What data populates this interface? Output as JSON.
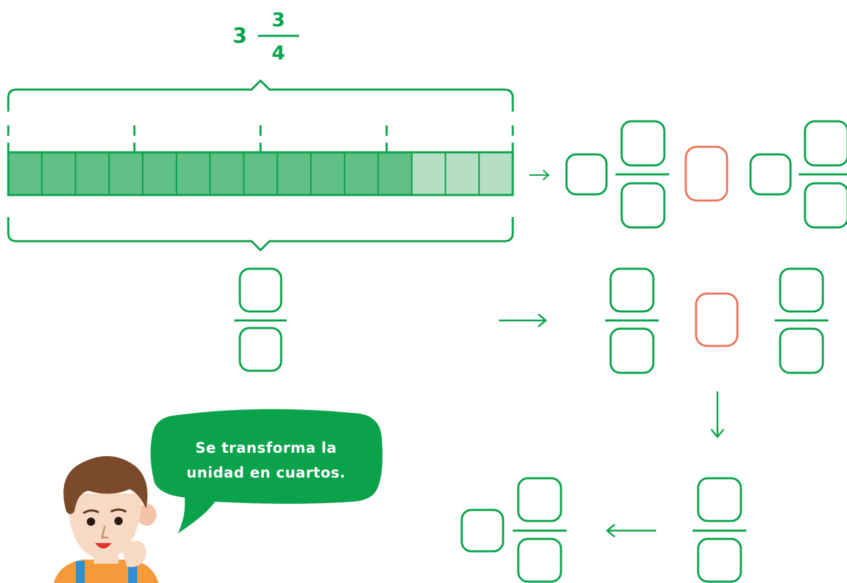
{
  "mixed_number": {
    "whole": "3",
    "numerator": "3",
    "denominator": "4"
  },
  "bar": {
    "total_parts": 15,
    "shaded_parts": 12,
    "tick_count": 5
  },
  "speech_bubble": {
    "line1": "Se transforma la",
    "line2": "unidad en cuartos."
  },
  "colors": {
    "green": "#0aa24b",
    "bar_dark": "#5fbf84",
    "bar_light": "#b4dfc3",
    "operator_box": "#e8765c",
    "bubble": "#0aa24b",
    "hair": "#7a4a2a",
    "skin": "#f8d9c4",
    "shirt": "#f39a3a",
    "strap": "#2f8fd0"
  },
  "icons": [
    "arrow-right-icon",
    "arrow-down-icon",
    "arrow-left-icon",
    "boy-character-icon"
  ]
}
